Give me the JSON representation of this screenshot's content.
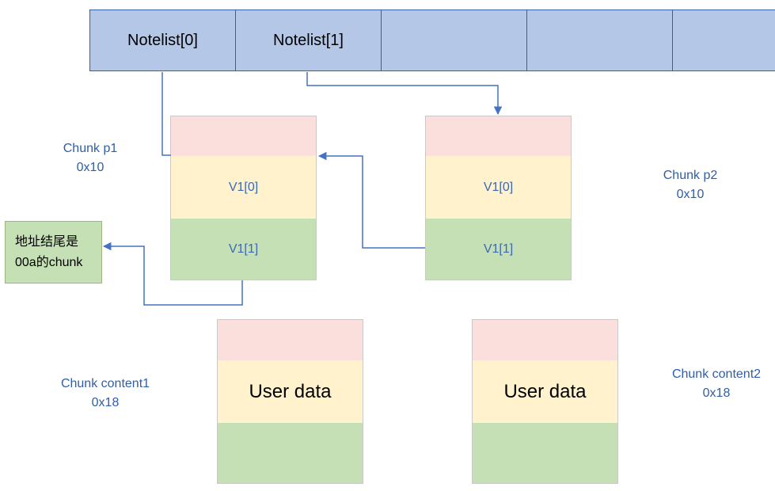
{
  "colors": {
    "array_fill": "#b4c7e7",
    "array_border": "#3a5fa0",
    "header": "#fadfdc",
    "data": "#fff2cc",
    "next": "#c5e0b4",
    "arrow": "#4472c4",
    "label": "#2f5ea8"
  },
  "notelist": {
    "cells": [
      "Notelist[0]",
      "Notelist[1]",
      "",
      "",
      ""
    ]
  },
  "chunk_p1": {
    "name": "Chunk p1",
    "size": "0x10",
    "fields": [
      "",
      "V1[0]",
      "V1[1]"
    ]
  },
  "chunk_p2": {
    "name": "Chunk p2",
    "size": "0x10",
    "fields": [
      "",
      "V1[0]",
      "V1[1]"
    ]
  },
  "note_box": {
    "line1": "地址结尾是",
    "line2": "00a的chunk"
  },
  "chunk_content1": {
    "name": "Chunk content1",
    "size": "0x18",
    "fields": [
      "",
      "User data",
      ""
    ]
  },
  "chunk_content2": {
    "name": "Chunk content2",
    "size": "0x18",
    "fields": [
      "",
      "User data",
      ""
    ]
  }
}
